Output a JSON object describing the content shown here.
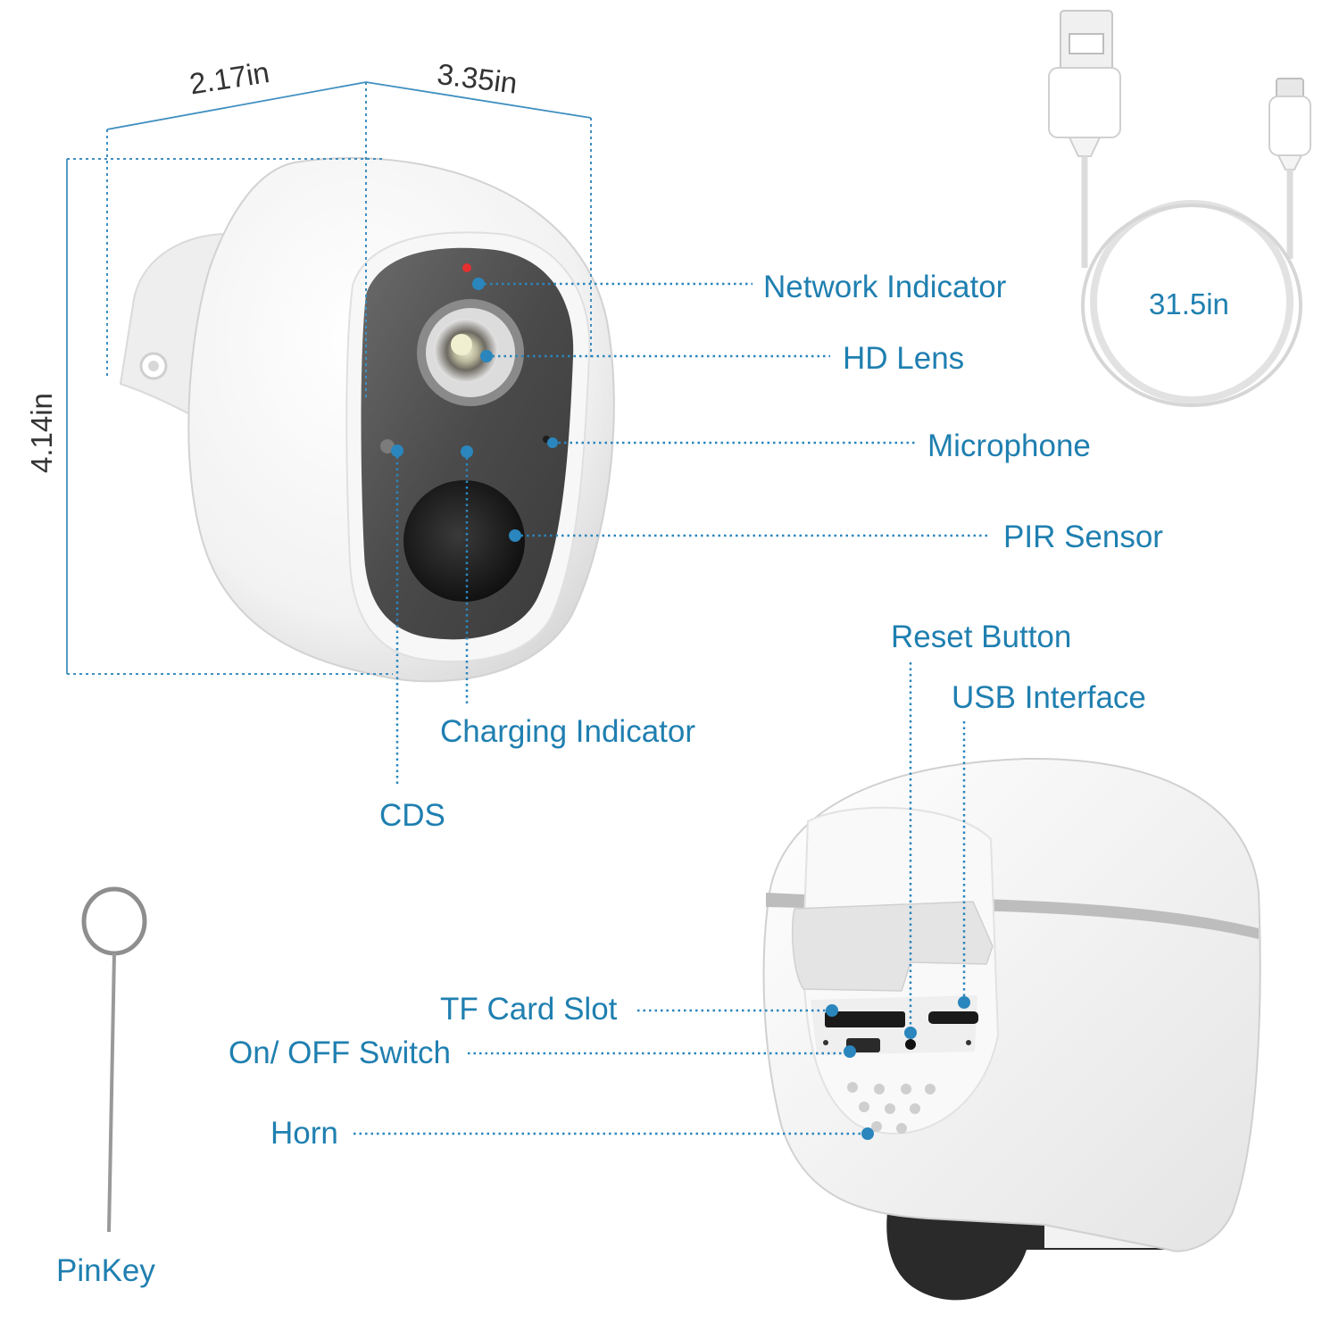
{
  "dimensions": {
    "width": "2.17in",
    "depth": "3.35in",
    "height": "4.14in",
    "cable_length": "31.5in"
  },
  "callouts": {
    "network_indicator": "Network Indicator",
    "hd_lens": "HD Lens",
    "microphone": "Microphone",
    "pir_sensor": "PIR Sensor",
    "charging_indicator": "Charging Indicator",
    "cds": "CDS",
    "reset_button": "Reset Button",
    "usb_interface": "USB Interface",
    "tf_card_slot": "TF Card Slot",
    "on_off_switch": "On/ OFF Switch",
    "horn": "Horn",
    "pinkey": "PinKey"
  },
  "colors": {
    "accent": "#1f7fb0",
    "indicator_red": "#e53030"
  }
}
